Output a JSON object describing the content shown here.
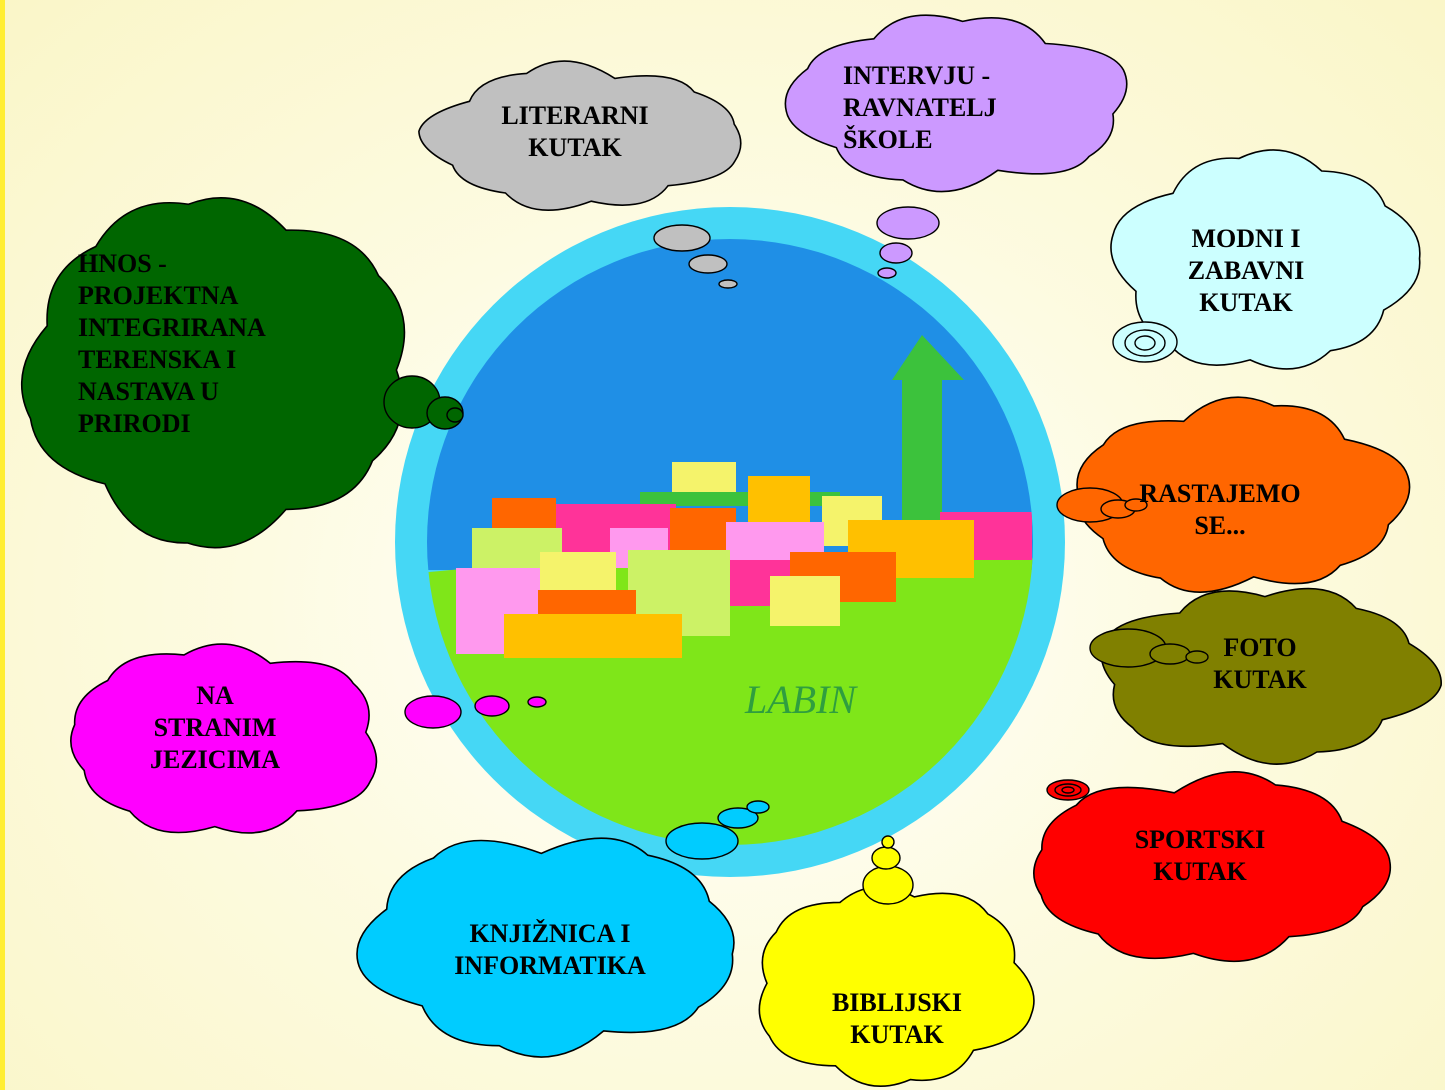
{
  "center": {
    "town_name": "LABIN",
    "colors": {
      "ring": "#45d7f5",
      "sky": "#1f8fe6",
      "grass": "#7fe619",
      "tower": "#3cc23c"
    }
  },
  "bubbles": [
    {
      "id": "hnos",
      "label": "HNOS -\nPROJEKTNA\nINTEGRIRANA\nTERENSKA I\nNASTAVA U\nPRIRODI",
      "color": "#006600"
    },
    {
      "id": "literarni",
      "label": "LITERARNI\nKUTAK",
      "color": "#c0c0c0"
    },
    {
      "id": "intervju",
      "label": "INTERVJU -\nRAVNATELJ\nŠKOLE",
      "color": "#cc99ff"
    },
    {
      "id": "modni",
      "label": "MODNI I\nZABAVNI\nKUTAK",
      "color": "#ccffff"
    },
    {
      "id": "rastajemo",
      "label": "RASTAJEMO\nSE...",
      "color": "#ff6600"
    },
    {
      "id": "foto",
      "label": "FOTO\nKUTAK",
      "color": "#808000"
    },
    {
      "id": "sportski",
      "label": "SPORTSKI\nKUTAK",
      "color": "#ff0000"
    },
    {
      "id": "biblijski",
      "label": "BIBLIJSKI\nKUTAK",
      "color": "#ffff00"
    },
    {
      "id": "knjiznica",
      "label": "KNJIŽNICA I\nINFORMATIKA",
      "color": "#00ccff"
    },
    {
      "id": "strani",
      "label": "NA\nSTRANIM\nJEZICIMA",
      "color": "#ff00ff"
    }
  ]
}
